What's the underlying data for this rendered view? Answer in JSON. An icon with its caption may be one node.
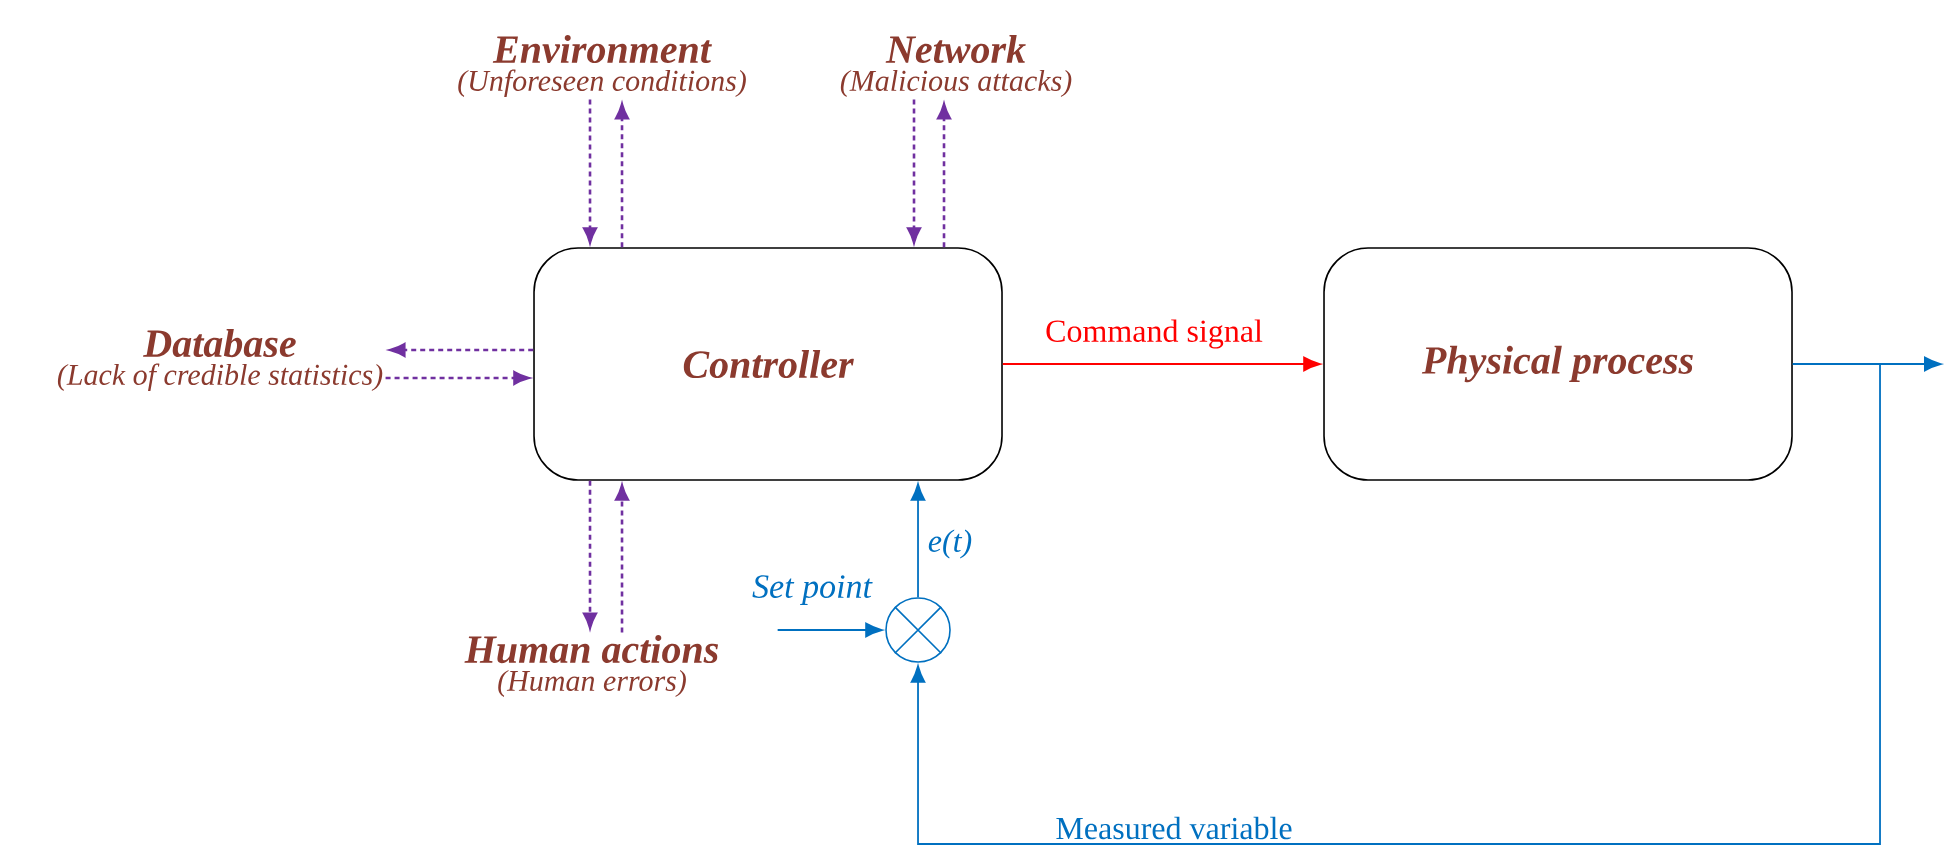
{
  "diagram": {
    "nodes": [
      {
        "text": [
          "Controller"
        ]
      },
      {
        "text": [
          "Physical process"
        ]
      },
      {
        "text": [
          "Environment",
          "(Unforeseen conditions)"
        ]
      },
      {
        "text": [
          "Network",
          "(Malicious attacks)"
        ]
      },
      {
        "text": [
          "Database",
          "(Lack of credible statistics)"
        ]
      },
      {
        "text": [
          "Human actions",
          "(Human errors)"
        ]
      },
      {
        "text": [],
        "shape": "circle"
      },
      {
        "text": [
          "Set point"
        ]
      }
    ],
    "edges": [
      {
        "from": 2,
        "to": 0,
        "arrow": "to",
        "style": "dashed"
      },
      {
        "from": 0,
        "to": 2,
        "arrow": "to",
        "style": "dashed"
      },
      {
        "from": 3,
        "to": 0,
        "arrow": "to",
        "style": "dashed"
      },
      {
        "from": 0,
        "to": 3,
        "arrow": "to",
        "style": "dashed"
      },
      {
        "from": 0,
        "to": 4,
        "arrow": "to",
        "style": "dashed"
      },
      {
        "from": 4,
        "to": 0,
        "arrow": "to",
        "style": "dashed"
      },
      {
        "from": 0,
        "to": 5,
        "arrow": "to",
        "style": "dashed"
      },
      {
        "from": 5,
        "to": 0,
        "arrow": "to",
        "style": "dashed"
      },
      {
        "from": 0,
        "to": 1,
        "arrow": "to",
        "label": "Command signal",
        "color": "#ff0000"
      },
      {
        "from": 1,
        "to": null,
        "arrow": "to",
        "color": "#0070c0"
      },
      {
        "from": 1,
        "to": 6,
        "arrow": "to",
        "label": "Measured variable",
        "color": "#0070c0"
      },
      {
        "from": 7,
        "to": 6,
        "arrow": "to",
        "color": "#0070c0"
      },
      {
        "from": 6,
        "to": 0,
        "arrow": "to",
        "label": "*e*(*t*)",
        "color": "#0070c0"
      }
    ]
  }
}
